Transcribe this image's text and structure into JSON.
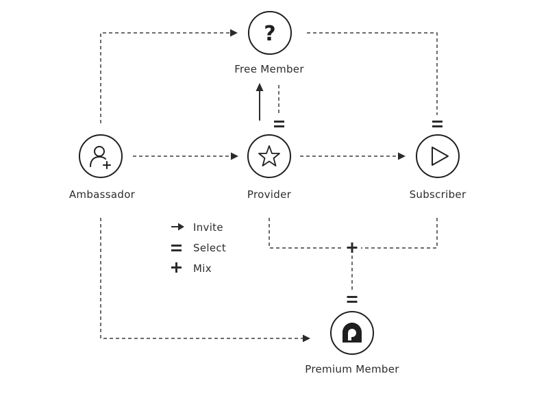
{
  "nodes": {
    "free_member": {
      "label": "Free Member",
      "icon": "question-mark-icon"
    },
    "ambassador": {
      "label": "Ambassador",
      "icon": "add-user-icon"
    },
    "provider": {
      "label": "Provider",
      "icon": "star-icon"
    },
    "subscriber": {
      "label": "Subscriber",
      "icon": "play-icon"
    },
    "premium_member": {
      "label": "Premium Member",
      "icon": "premium-logo-icon"
    }
  },
  "glyphs": {
    "question": "?"
  },
  "legend": [
    {
      "symbol": "arrow",
      "icon": "arrow-right-icon",
      "label": "Invite"
    },
    {
      "symbol": "equals",
      "icon": "equals-icon",
      "label": "Select"
    },
    {
      "symbol": "plus",
      "icon": "plus-icon",
      "label": "Mix"
    }
  ],
  "colors": {
    "stroke": "#1f1f1f",
    "text": "#2b2b2b",
    "background": "#ffffff"
  }
}
